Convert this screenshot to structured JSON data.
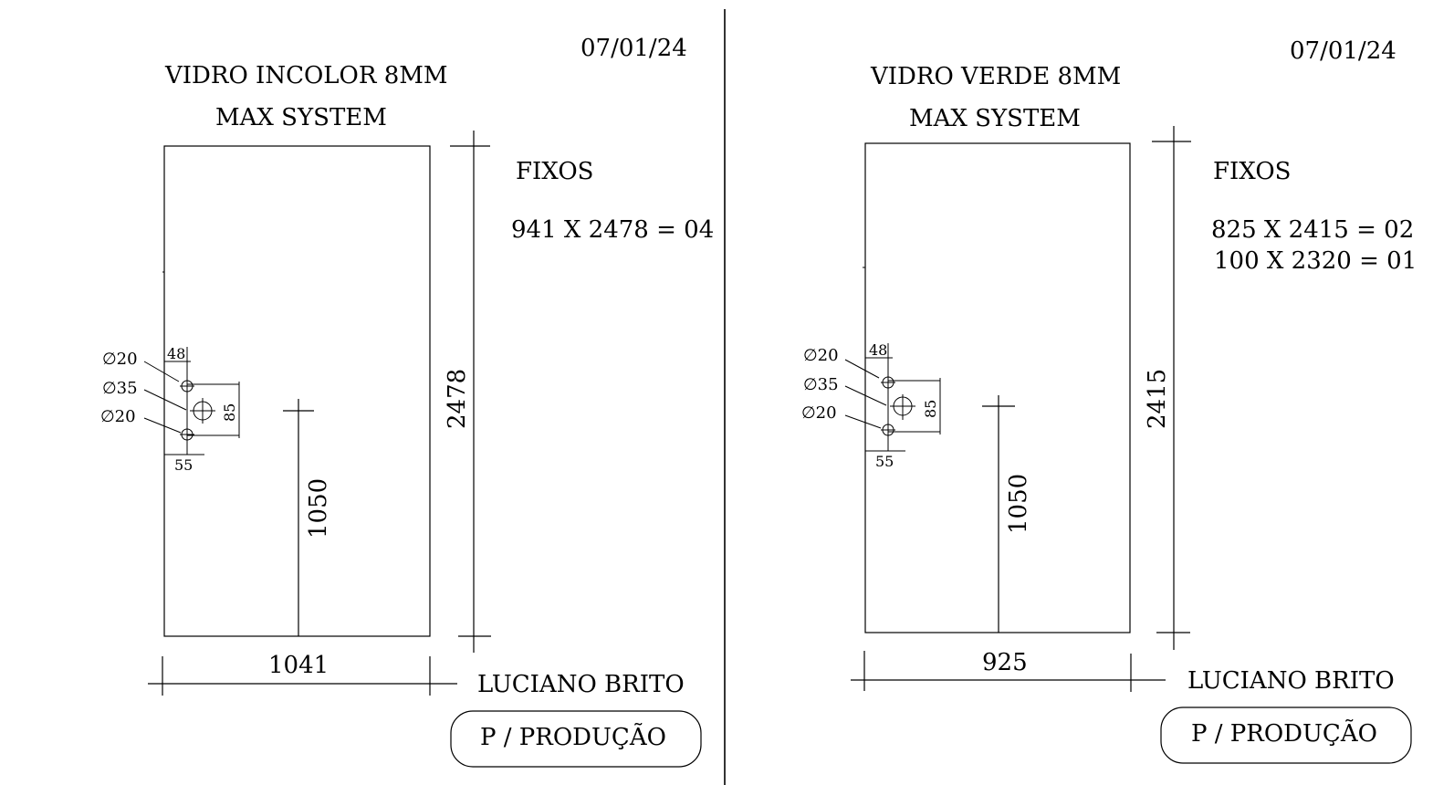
{
  "divider_color": "#000000",
  "sheets": [
    {
      "date": "07/01/24",
      "glass": "VIDRO INCOLOR 8MM",
      "system": "MAX SYSTEM",
      "section_title": "FIXOS",
      "pieces": [
        "941  X 2478 = 04"
      ],
      "width_dim": "1041",
      "height_dim": "2478",
      "handle_height_dim": "1050",
      "hole_top_label": "∅20",
      "hole_mid_label": "∅35",
      "hole_bottom_label": "∅20",
      "hole_offset_top": "48",
      "hole_offset_bottom": "55",
      "hole_spacing": "85",
      "author": "LUCIANO BRITO",
      "stamp": "P / PRODUÇÃO"
    },
    {
      "date": "07/01/24",
      "glass": "VIDRO VERDE 8MM",
      "system": "MAX SYSTEM",
      "section_title": "FIXOS",
      "pieces": [
        "825  X 2415 = 02",
        "100 X 2320 = 01"
      ],
      "width_dim": "925",
      "height_dim": "2415",
      "handle_height_dim": "1050",
      "hole_top_label": "∅20",
      "hole_mid_label": "∅35",
      "hole_bottom_label": "∅20",
      "hole_offset_top": "48",
      "hole_offset_bottom": "55",
      "hole_spacing": "85",
      "author": "LUCIANO BRITO",
      "stamp": "P / PRODUÇÃO"
    }
  ]
}
